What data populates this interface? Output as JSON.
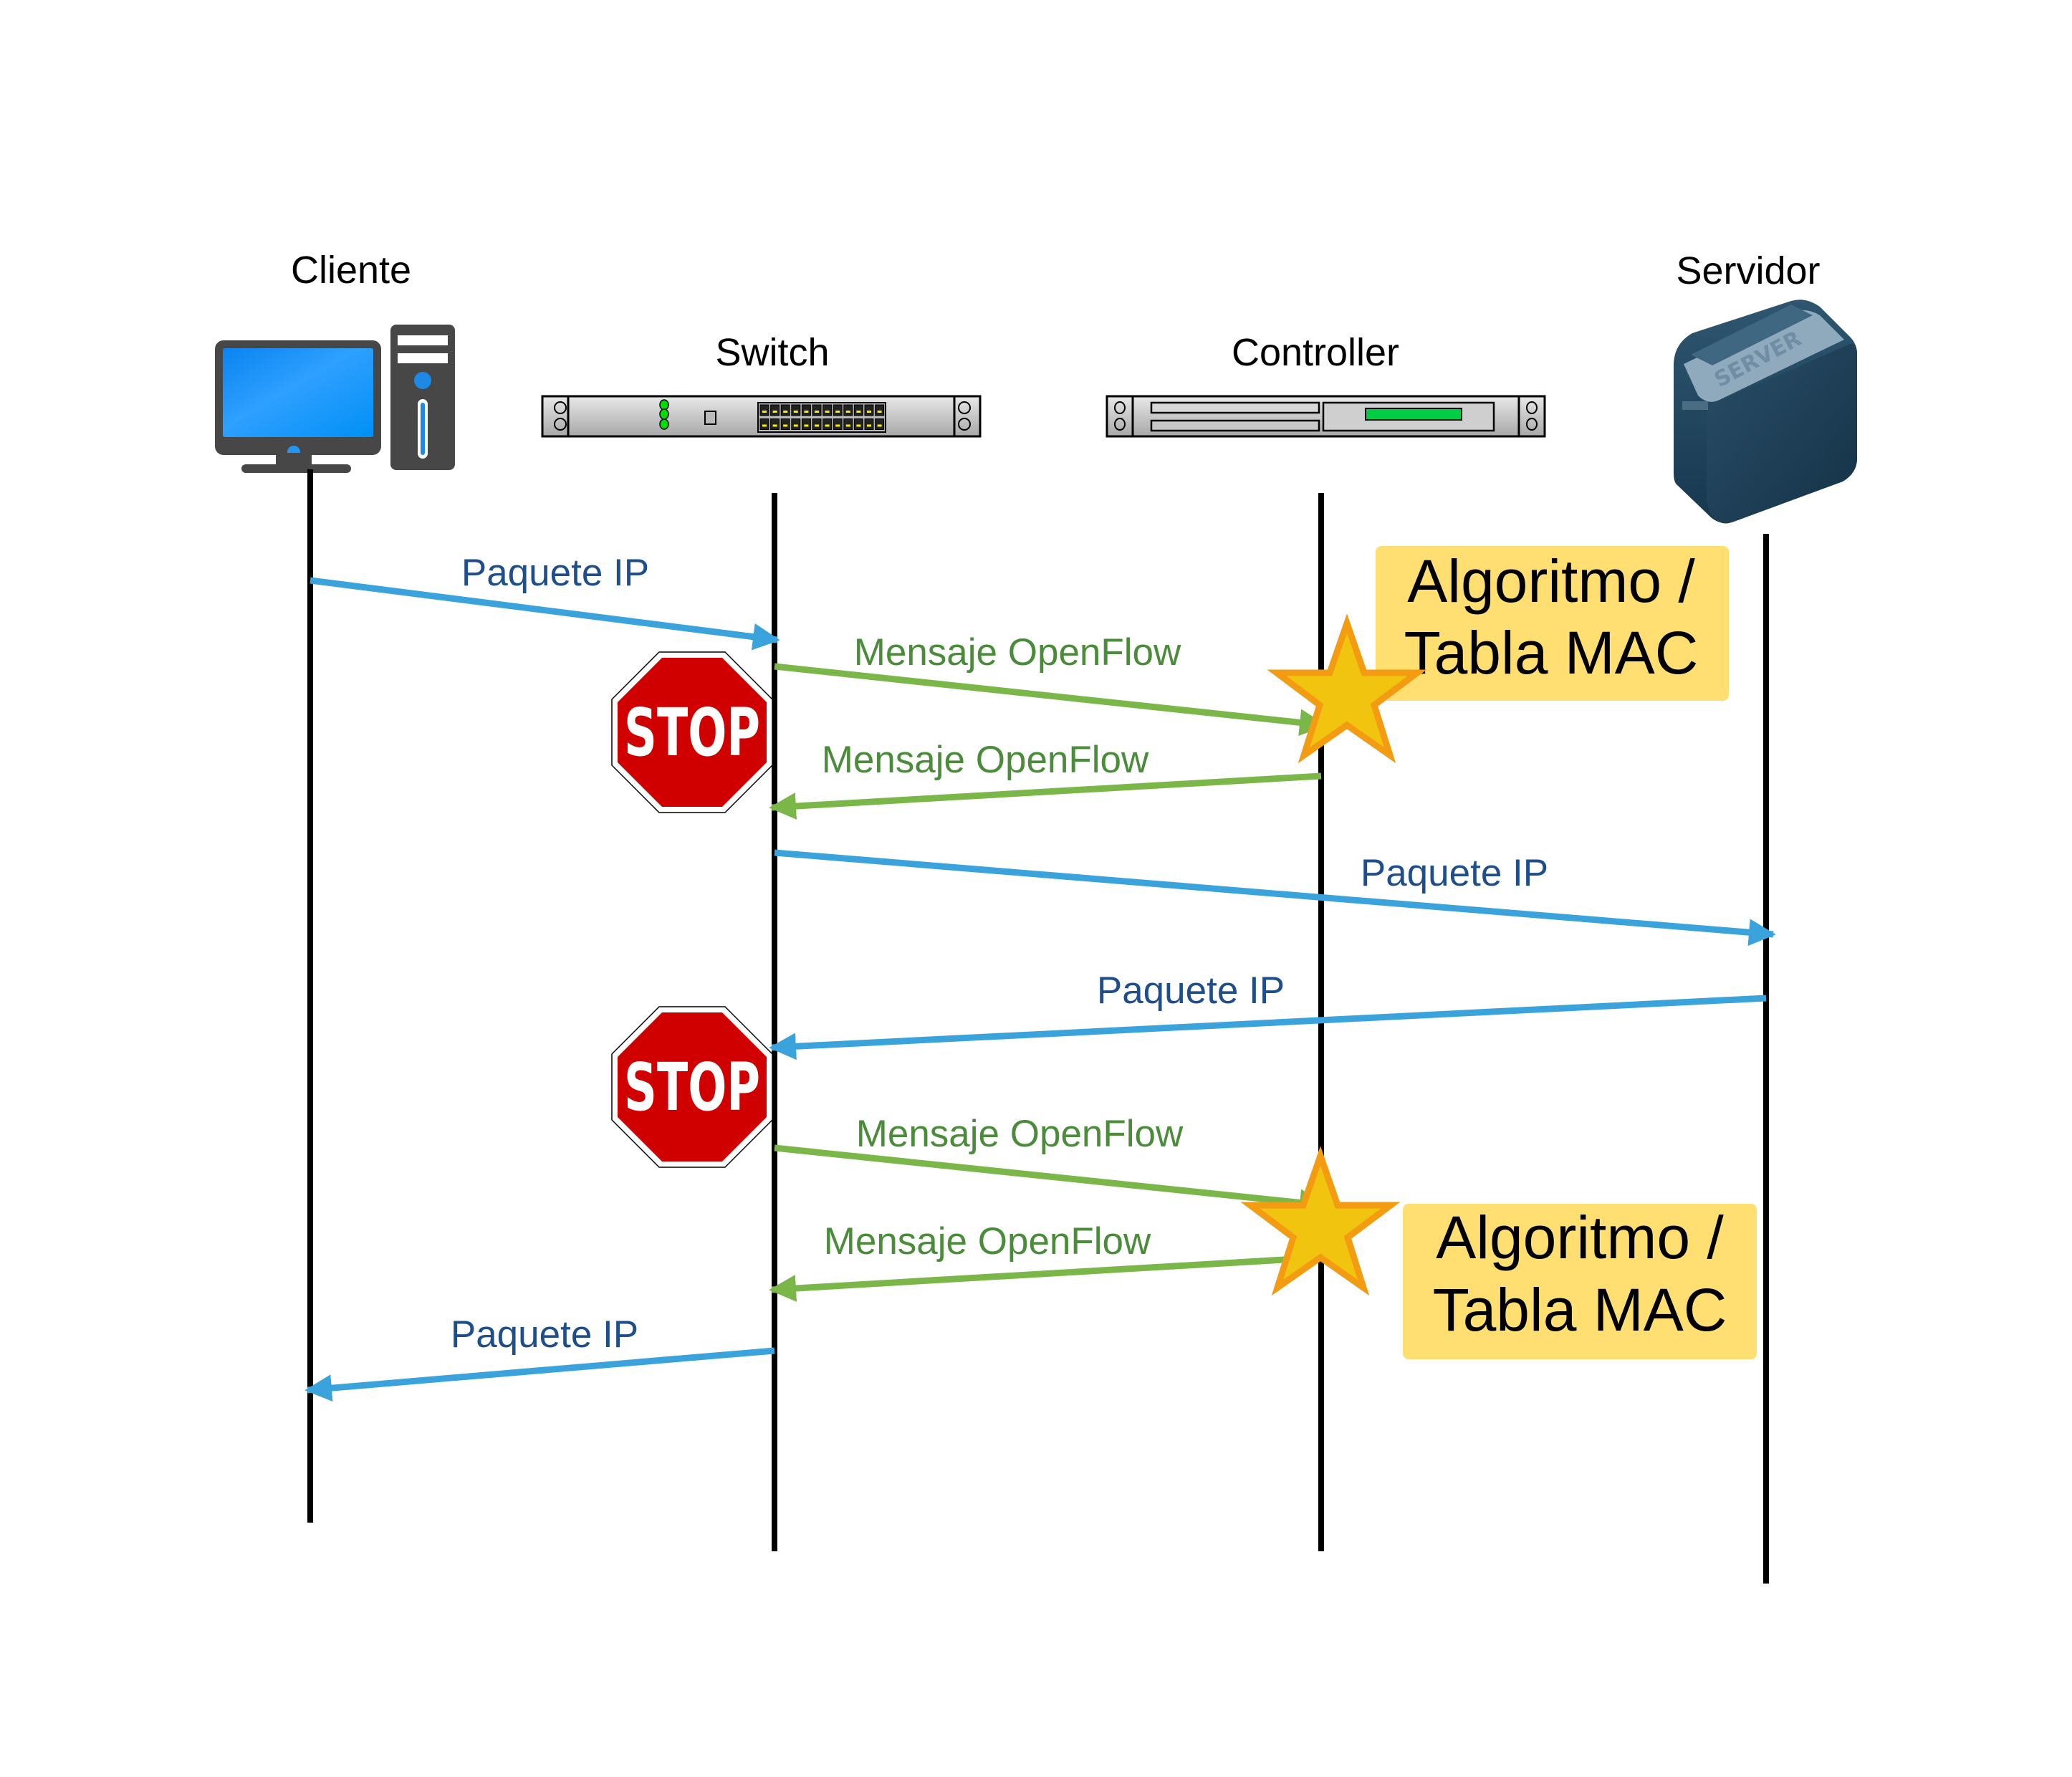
{
  "diagram": {
    "type": "sequence-diagram",
    "participants": [
      {
        "id": "cliente",
        "label": "Cliente",
        "icon": "desktop-computer-icon"
      },
      {
        "id": "switch",
        "label": "Switch",
        "icon": "network-switch-icon"
      },
      {
        "id": "controller",
        "label": "Controller",
        "icon": "rack-server-icon"
      },
      {
        "id": "servidor",
        "label": "Servidor",
        "icon": "server-cube-icon",
        "icon_text": "SERVER"
      }
    ],
    "messages": [
      {
        "from": "cliente",
        "to": "switch",
        "label": "Paquete IP",
        "kind": "ip"
      },
      {
        "from": "switch",
        "to": "controller",
        "label": "Mensaje OpenFlow",
        "kind": "openflow"
      },
      {
        "from": "controller",
        "to": "switch",
        "label": "Mensaje OpenFlow",
        "kind": "openflow"
      },
      {
        "from": "switch",
        "to": "servidor",
        "label": "Paquete IP",
        "kind": "ip"
      },
      {
        "from": "servidor",
        "to": "switch",
        "label": "Paquete IP",
        "kind": "ip"
      },
      {
        "from": "switch",
        "to": "controller",
        "label": "Mensaje OpenFlow",
        "kind": "openflow"
      },
      {
        "from": "controller",
        "to": "switch",
        "label": "Mensaje OpenFlow",
        "kind": "openflow"
      },
      {
        "from": "switch",
        "to": "cliente",
        "label": "Paquete IP",
        "kind": "ip"
      }
    ],
    "notes": [
      {
        "participant": "controller",
        "line1": "Algoritmo /",
        "line2": "Tabla MAC",
        "marker": "star-icon"
      },
      {
        "participant": "controller",
        "line1": "Algoritmo /",
        "line2": "Tabla MAC",
        "marker": "star-icon"
      }
    ],
    "stop_signs": [
      {
        "participant": "switch",
        "text": "STOP"
      },
      {
        "participant": "switch",
        "text": "STOP"
      }
    ],
    "colors": {
      "ip_arrow": "#3ba3dc",
      "ip_text": "#1f4e8c",
      "openflow_arrow": "#7ab648",
      "openflow_text": "#4a8c3a",
      "lifeline": "#000000",
      "note_fill": "#ffdf71",
      "star_fill": "#f1c40f",
      "star_stroke": "#f39c12",
      "stop_fill": "#d10000",
      "controller_led": "#00cc44"
    }
  }
}
